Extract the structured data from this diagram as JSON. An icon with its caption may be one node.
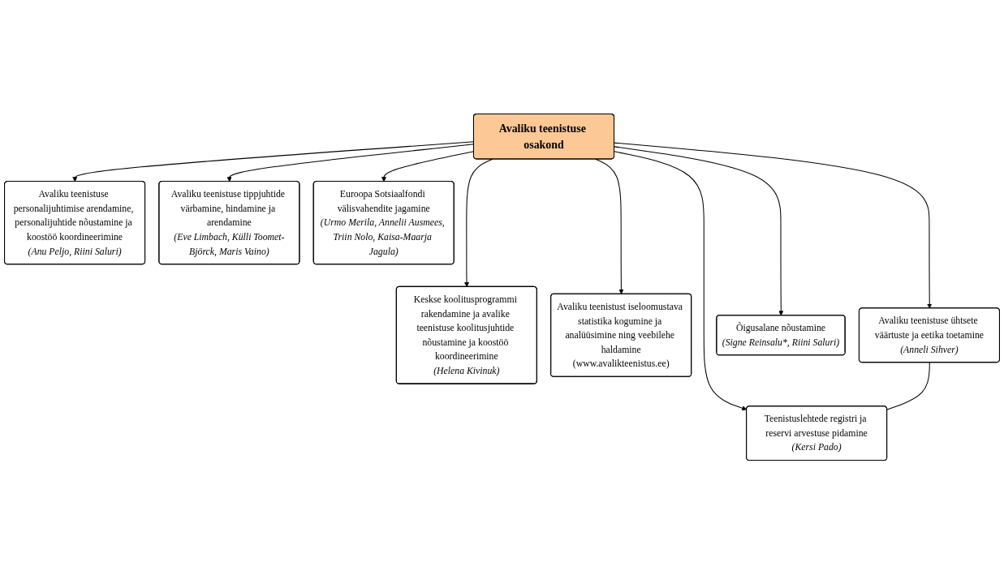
{
  "diagram": {
    "nodes": [
      {
        "text": [
          "Avaliku teenistuse personalijuhtimise arendamine, personalijuhtide nõustamine ja koostöö koordineerimine",
          "(Anu Peljo, Riini Saluri)"
        ]
      },
      {
        "text": [
          "Avaliku teenistuse tippjuhtide värbamine, hindamine ja arendamine",
          "(Eve Limbach, Külli Toomet-Björck, Maris Vaino)"
        ]
      },
      {
        "text": [
          "Euroopa Sotsiaalfondi välisvahendite jagamine",
          "(Urmo Merila, Annelii Ausmees, Triin Nolo, Kaisa-Maarja Jagula)"
        ]
      },
      {
        "text": [
          "Avaliku teenistuse osakond"
        ]
      },
      {
        "text": [
          "Keskse koolitusprogrammi rakendamine ja avalike teenistuse koolitusjuhtide nõustamine ja koostöö koordineerimine",
          "(Helena Kivinuk)"
        ]
      },
      {
        "text": [
          "Avaliku teenistust iseloomustava statistika kogumine ja analüüsimine ning veebilehe haldamine",
          "(www.avalikteenistus.ee)"
        ]
      },
      {
        "text": [
          "Avaliku teenistuse ühtsete väärtuste ja eetika toetamine",
          "(Anneli Sihver)"
        ]
      },
      {
        "text": [
          "Õigusalane nõustamine",
          "(Signe Reinsalu*, Riini Saluri)"
        ]
      },
      {
        "text": [
          "Teenistuslehtede registri ja reservi arvestuse pidamine",
          "(Kersi Pado)"
        ]
      }
    ],
    "edges": [
      {
        "from": 3,
        "to": 0,
        "arrow": "to"
      },
      {
        "from": 3,
        "to": 1,
        "arrow": "to"
      },
      {
        "from": 3,
        "to": 2,
        "arrow": "to"
      },
      {
        "from": 3,
        "to": 4,
        "arrow": "to"
      },
      {
        "from": 3,
        "to": 5,
        "arrow": "to"
      },
      {
        "from": 3,
        "to": 6,
        "arrow": "to"
      },
      {
        "from": 3,
        "to": 7,
        "arrow": "to"
      },
      {
        "from": 3,
        "to": 8,
        "arrow": "to"
      },
      {
        "from": 6,
        "to": 8,
        "arrow": "none"
      }
    ]
  }
}
